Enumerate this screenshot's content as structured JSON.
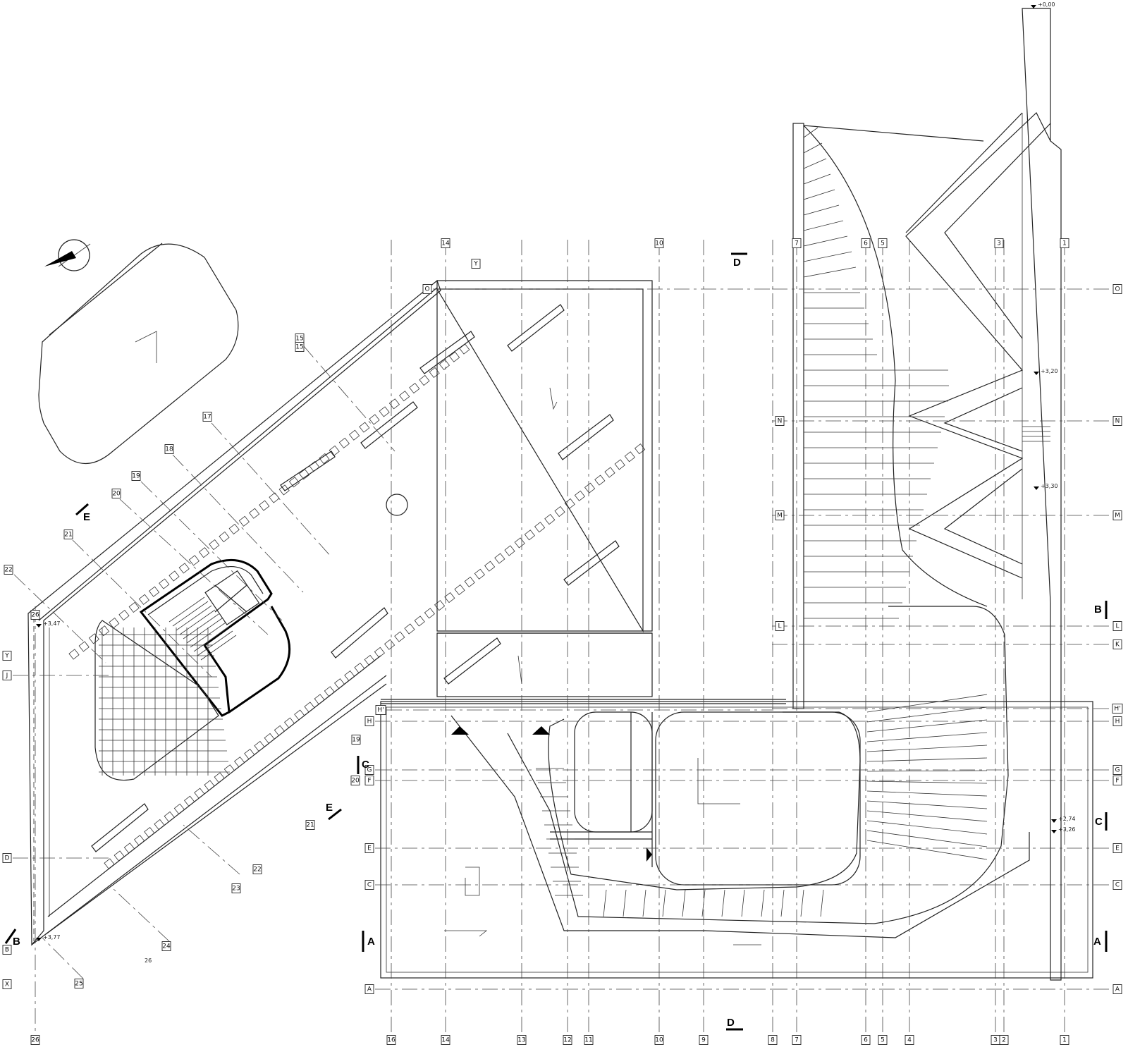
{
  "title": "",
  "grid": {
    "bottom": [
      {
        "id": "b26",
        "label": "26"
      },
      {
        "id": "b16",
        "label": "16"
      },
      {
        "id": "b14",
        "label": "14"
      },
      {
        "id": "b13",
        "label": "13"
      },
      {
        "id": "b12",
        "label": "12"
      },
      {
        "id": "b11",
        "label": "11"
      },
      {
        "id": "b10",
        "label": "10"
      },
      {
        "id": "b9",
        "label": "9"
      },
      {
        "id": "b8",
        "label": "8"
      },
      {
        "id": "b7",
        "label": "7"
      },
      {
        "id": "b6",
        "label": "6"
      },
      {
        "id": "b5",
        "label": "5"
      },
      {
        "id": "b4",
        "label": "4"
      },
      {
        "id": "b3",
        "label": "3"
      },
      {
        "id": "b2",
        "label": "2"
      },
      {
        "id": "b1",
        "label": "1"
      }
    ],
    "top": [
      {
        "id": "t14",
        "label": "14"
      },
      {
        "id": "t10",
        "label": "10"
      },
      {
        "id": "t7",
        "label": "7"
      },
      {
        "id": "t6",
        "label": "6"
      },
      {
        "id": "t5",
        "label": "5"
      },
      {
        "id": "t3",
        "label": "3"
      },
      {
        "id": "t1",
        "label": "1"
      }
    ],
    "right": [
      {
        "id": "rO",
        "label": "O"
      },
      {
        "id": "rN",
        "label": "N"
      },
      {
        "id": "rM",
        "label": "M"
      },
      {
        "id": "rL",
        "label": "L"
      },
      {
        "id": "rK",
        "label": "K"
      },
      {
        "id": "rH1",
        "label": "H'"
      },
      {
        "id": "rH",
        "label": "H"
      },
      {
        "id": "rG",
        "label": "G"
      },
      {
        "id": "rF",
        "label": "F"
      },
      {
        "id": "rE",
        "label": "E"
      },
      {
        "id": "rC",
        "label": "C"
      },
      {
        "id": "rA",
        "label": "A"
      }
    ],
    "left_main": [
      {
        "id": "lO",
        "label": "O"
      },
      {
        "id": "lH",
        "label": "H"
      },
      {
        "id": "lG",
        "label": "G"
      },
      {
        "id": "lF",
        "label": "F"
      },
      {
        "id": "lE",
        "label": "E"
      },
      {
        "id": "lC",
        "label": "C"
      },
      {
        "id": "lA",
        "label": "A"
      },
      {
        "id": "lH1",
        "label": "H'"
      }
    ],
    "inner_left": [
      {
        "id": "iN",
        "label": "N"
      },
      {
        "id": "iM",
        "label": "M"
      },
      {
        "id": "iL",
        "label": "L"
      }
    ],
    "far_left": [
      {
        "id": "fY",
        "label": "Y"
      },
      {
        "id": "fJ",
        "label": "J"
      },
      {
        "id": "fD",
        "label": "D"
      },
      {
        "id": "fB",
        "label": "B"
      },
      {
        "id": "fX",
        "label": "X"
      }
    ],
    "top_y": {
      "label": "Y"
    },
    "top_26": {
      "label": "26"
    },
    "diagonal": [
      {
        "id": "d15a",
        "label": "15"
      },
      {
        "id": "d15b",
        "label": "15"
      },
      {
        "id": "d17",
        "label": "17"
      },
      {
        "id": "d18",
        "label": "18"
      },
      {
        "id": "d19a",
        "label": "19"
      },
      {
        "id": "d20a",
        "label": "20"
      },
      {
        "id": "d21a",
        "label": "21"
      },
      {
        "id": "d22a",
        "label": "22"
      },
      {
        "id": "d19b",
        "label": "19"
      },
      {
        "id": "d20b",
        "label": "20"
      },
      {
        "id": "d21b",
        "label": "21"
      },
      {
        "id": "d22b",
        "label": "22"
      },
      {
        "id": "d23",
        "label": "23"
      },
      {
        "id": "d24",
        "label": "24"
      },
      {
        "id": "d25",
        "label": "25"
      }
    ]
  },
  "sections": {
    "A_left": "A",
    "A_right": "A",
    "B_left": "B",
    "B_right": "B",
    "C_left": "C",
    "C_right": "C",
    "D_top": "D",
    "D_bottom": "D",
    "E_top": "E",
    "E_bottom": "E"
  },
  "area_label": "26",
  "levels": [
    "+3,47",
    "+3,77",
    "+2,74",
    "+3,26",
    "+0,00",
    "+3,20",
    "+3,30"
  ]
}
